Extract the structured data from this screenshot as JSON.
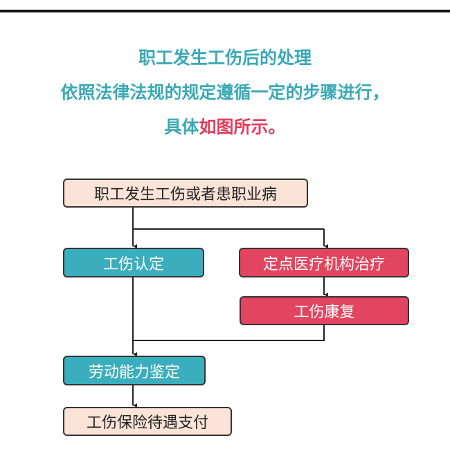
{
  "heading": {
    "line1": "职工发生工伤后的处理",
    "line2": "依照法律法规的规定遵循一定的步骤进行，",
    "line3_a": "具体",
    "line3_b": "如图所示。"
  },
  "flow": {
    "start": "职工发生工伤或者患职业病",
    "identification": "工伤认定",
    "treatment": "定点医疗机构治疗",
    "rehab": "工伤康复",
    "assessment": "劳动能力鉴定",
    "payment": "工伤保险待遇支付"
  },
  "colors": {
    "teal": "#3aaebd",
    "red": "#e2455f",
    "peach": "#fbe3d7"
  }
}
